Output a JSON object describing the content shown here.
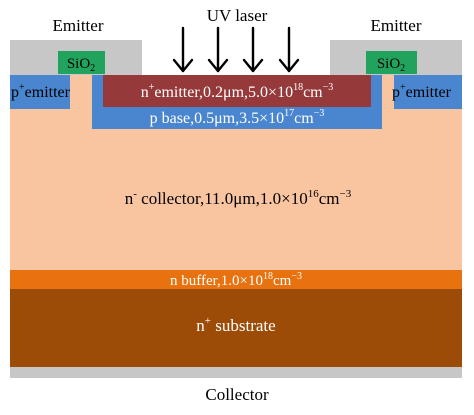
{
  "labels": {
    "emitter_left": "Emitter",
    "emitter_right": "Emitter",
    "uv_laser": "UV laser",
    "collector": "Collector"
  },
  "layers": {
    "sio2_left": {
      "text": "SiO",
      "sub": "2"
    },
    "sio2_right": {
      "text": "SiO",
      "sub": "2"
    },
    "p_emitter_left": {
      "sup": "+",
      "pre": "p",
      "text": "emitter"
    },
    "p_emitter_right": {
      "sup": "+",
      "pre": "p",
      "text": "emitter"
    },
    "n_emitter": {
      "pre": "n",
      "sup": "+",
      "text": "emitter,0.2μm,5.0×10",
      "exp": "18",
      "unit": "cm",
      "unit_exp": "−3"
    },
    "p_base": {
      "text": "p base,0.5μm,3.5×10",
      "exp": "17",
      "unit": "cm",
      "unit_exp": "−3"
    },
    "n_collector": {
      "pre": "n",
      "sup": "-",
      "text": " collector,11.0μm,1.0×10",
      "exp": "16",
      "unit": "cm",
      "unit_exp": "−3"
    },
    "n_buffer": {
      "text": "n buffer,1.0×10",
      "exp": "18",
      "unit": "cm",
      "unit_exp": "−3"
    },
    "n_substrate": {
      "pre": "n",
      "sup": "+",
      "text": " substrate"
    }
  },
  "colors": {
    "metal": "#c7c7c7",
    "sio2": "#21a35d",
    "p_emitter": "#4a86cf",
    "n_emitter": "#96393a",
    "p_base": "#4a86cf",
    "n_collector": "#f9c4a0",
    "n_buffer": "#e7720f",
    "n_substrate": "#9c4c07"
  }
}
